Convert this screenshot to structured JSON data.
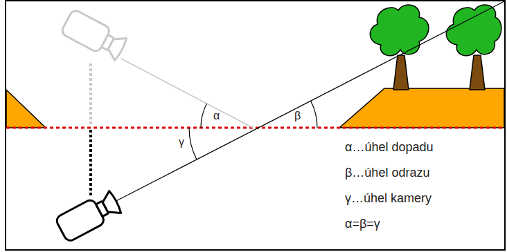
{
  "diagram": {
    "labels": [
      "α",
      "β",
      "γ",
      "α…úhel dopadu",
      "β…úhel odrazu",
      "γ…úhel kamery",
      "α=β=γ"
    ]
  }
}
